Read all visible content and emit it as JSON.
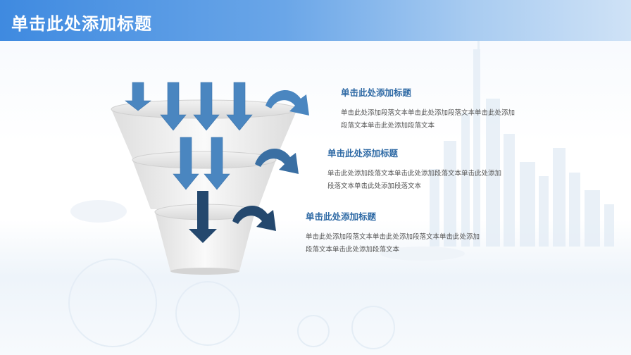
{
  "header": {
    "title": "单击此处添加标题"
  },
  "items": [
    {
      "title": "单击此处添加标题",
      "text": "单击此处添加段落文本单击此处添加段落文本单击此处添加段落文本单击此处添加段落文本"
    },
    {
      "title": "单击此处添加标题",
      "text": "单击此处添加段落文本单击此处添加段落文本单击此处添加段落文本单击此处添加段落文本"
    },
    {
      "title": "单击此处添加标题",
      "text": "单击此处添加段落文本单击此处添加段落文本单击此处添加段落文本单击此处添加段落文本"
    }
  ],
  "colors": {
    "accent": "#3f8ae0",
    "arrow_light": "#4a86c0",
    "arrow_mid": "#3a6fa3",
    "arrow_dark": "#24486e",
    "title_text": "#2f6aa5"
  },
  "icons": [
    "down-arrow-icon",
    "curved-arrow-icon"
  ]
}
